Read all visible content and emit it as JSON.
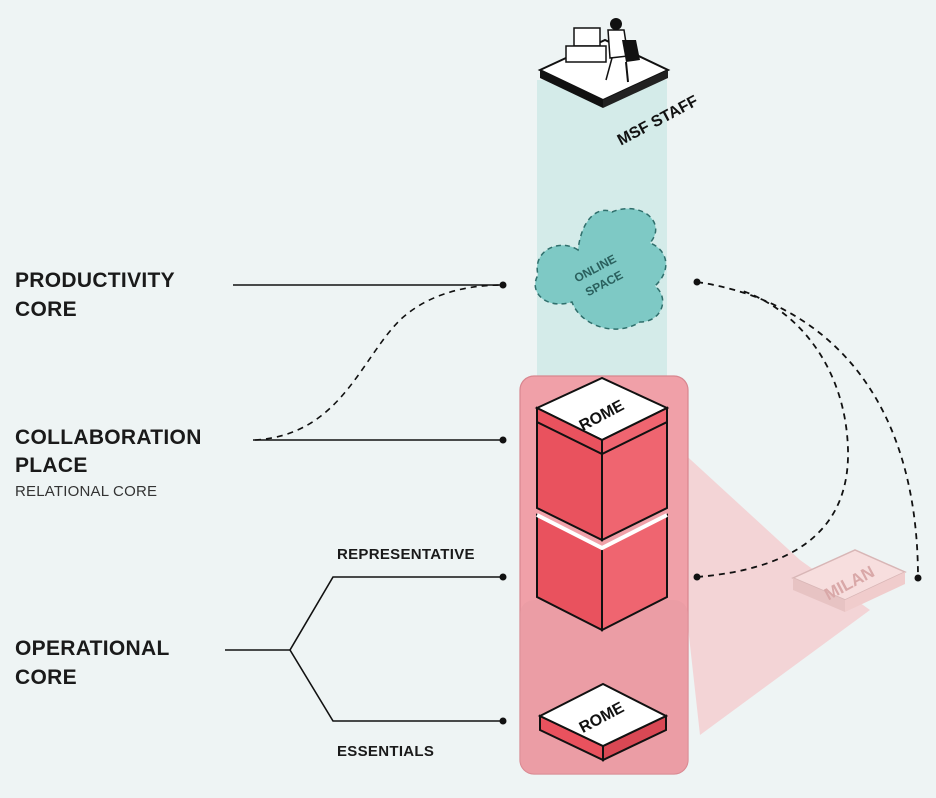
{
  "labels": {
    "productivity_core": [
      "PRODUCTIVITY",
      "CORE"
    ],
    "collaboration_place": [
      "COLLABORATION",
      "PLACE"
    ],
    "relational_core": "RELATIONAL CORE",
    "operational_core": [
      "OPERATIONAL",
      "CORE"
    ],
    "representative": "REPRESENTATIVE",
    "essentials": "ESSENTIALS"
  },
  "nodes": {
    "msf_staff": "MSF STAFF",
    "online_space": [
      "ONLINE",
      "SPACE"
    ],
    "rome_top": "ROME",
    "rome_bottom": "ROME",
    "milan": "MILAN"
  },
  "colors": {
    "background": "#eef4f4",
    "teal_column": "#d4ebe9",
    "cloud": "#7ec9c5",
    "pink_panel": "#f2a4ab",
    "red_block": "#ec5b66",
    "milan_fill": "#f7dede"
  },
  "icons": [
    "workstation-icon"
  ]
}
